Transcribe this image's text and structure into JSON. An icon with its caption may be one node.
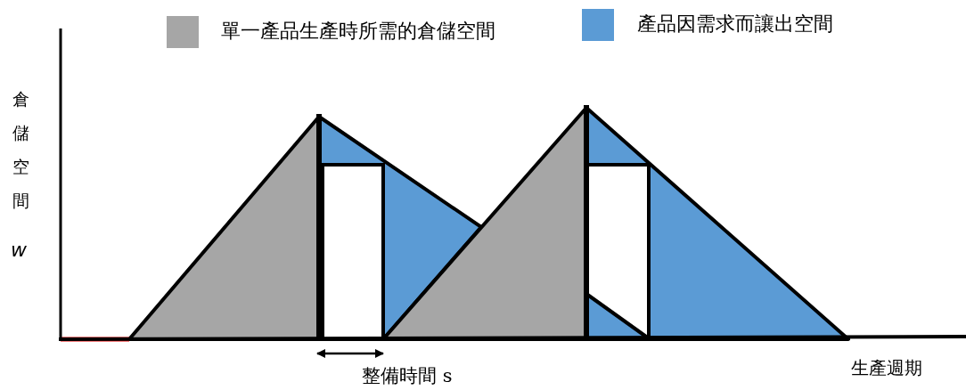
{
  "diagram": {
    "labels": [
      "倉儲空間",
      "w",
      "整備時間 s",
      "生產週期"
    ],
    "legend": [
      {
        "text": "單一產品生產時所需的倉儲空間",
        "color": "#a6a6a6"
      },
      {
        "text": "產品因需求而讓出空間",
        "color": "#5b9bd5"
      }
    ]
  }
}
